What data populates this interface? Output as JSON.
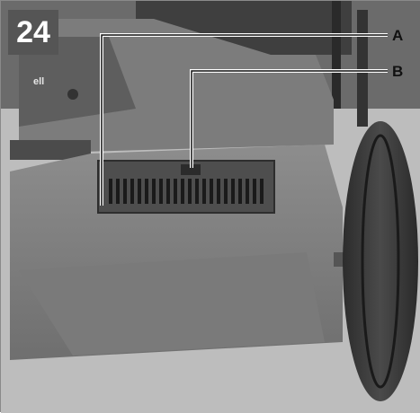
{
  "figure": {
    "number": "24"
  },
  "callouts": [
    {
      "letter": "A"
    },
    {
      "letter": "B"
    }
  ],
  "logo_text": "ell"
}
